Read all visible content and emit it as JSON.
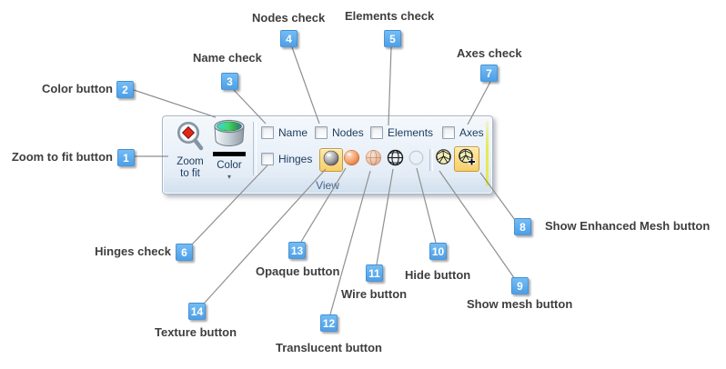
{
  "ribbon": {
    "group_title": "View",
    "zoom_to_fit": {
      "label": "Zoom to fit"
    },
    "color_button": {
      "label": "Color"
    },
    "checkboxes": [
      {
        "label": "Name",
        "checked": false
      },
      {
        "label": "Nodes",
        "checked": false
      },
      {
        "label": "Elements",
        "checked": false
      },
      {
        "label": "Axes",
        "checked": false
      },
      {
        "label": "Hinges",
        "checked": false
      }
    ],
    "view_buttons": [
      {
        "name": "texture",
        "selected": true
      },
      {
        "name": "opaque",
        "selected": false
      },
      {
        "name": "translucent",
        "selected": false
      },
      {
        "name": "wire",
        "selected": false
      },
      {
        "name": "hide",
        "selected": false
      },
      {
        "name": "show-mesh",
        "selected": false
      },
      {
        "name": "show-enhanced-mesh",
        "selected": true
      }
    ]
  },
  "icons": {
    "zoom_to_fit": "magnifier-with-red-diamond",
    "color": "paint-bucket",
    "dropdown_glyph": "▾",
    "mesh": "wireframe-mesh-ball",
    "enhanced_mesh": "wireframe-mesh-ball-plus"
  },
  "callouts": [
    {
      "num": "1",
      "label": "Zoom to fit button"
    },
    {
      "num": "2",
      "label": "Color button"
    },
    {
      "num": "3",
      "label": "Name check"
    },
    {
      "num": "4",
      "label": "Nodes check"
    },
    {
      "num": "5",
      "label": "Elements check"
    },
    {
      "num": "6",
      "label": "Hinges check"
    },
    {
      "num": "7",
      "label": "Axes check"
    },
    {
      "num": "8",
      "label": "Show Enhanced Mesh button"
    },
    {
      "num": "9",
      "label": "Show mesh button"
    },
    {
      "num": "10",
      "label": "Hide button"
    },
    {
      "num": "11",
      "label": "Wire button"
    },
    {
      "num": "12",
      "label": "Translucent button"
    },
    {
      "num": "13",
      "label": "Opaque button"
    },
    {
      "num": "14",
      "label": "Texture button"
    }
  ],
  "colors": {
    "badge_blue": "#5dadee",
    "selected_gold_fill": "#f9d87d",
    "selected_gold_border": "#c49a3c",
    "panel_border": "#a9b6c8",
    "leader_line": "#8f8f8f",
    "callout_text": "#3e3e3e",
    "ribbon_text": "#1c3a5e",
    "accent_strip": "#e4ea52"
  }
}
